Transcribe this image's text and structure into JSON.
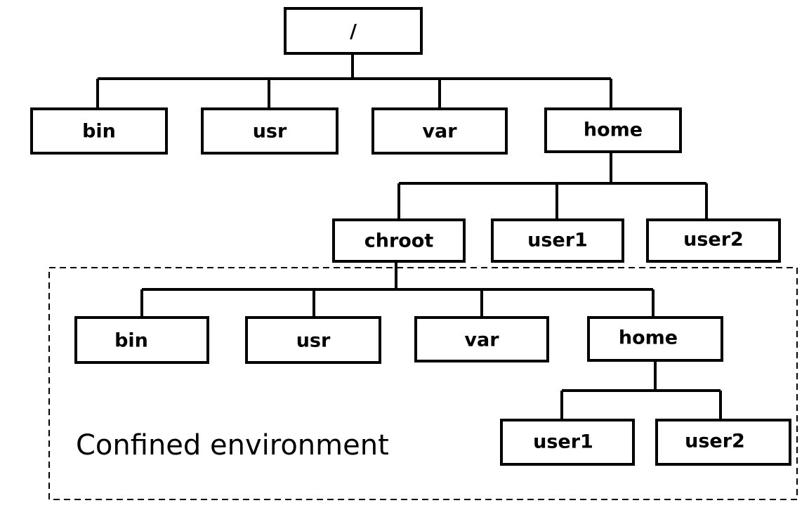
{
  "tree": {
    "root": {
      "label": "/"
    },
    "level1": [
      {
        "label": "bin"
      },
      {
        "label": "usr"
      },
      {
        "label": "var"
      },
      {
        "label": "home"
      }
    ],
    "home_children": [
      {
        "label": "chroot"
      },
      {
        "label": "user1"
      },
      {
        "label": "user2"
      }
    ],
    "chroot_children": [
      {
        "label": "bin"
      },
      {
        "label": "usr"
      },
      {
        "label": "var"
      },
      {
        "label": "home"
      }
    ],
    "chroot_home_children": [
      {
        "label": "user1"
      },
      {
        "label": "user2"
      }
    ]
  },
  "confined_area": {
    "label": "Confined environment"
  }
}
